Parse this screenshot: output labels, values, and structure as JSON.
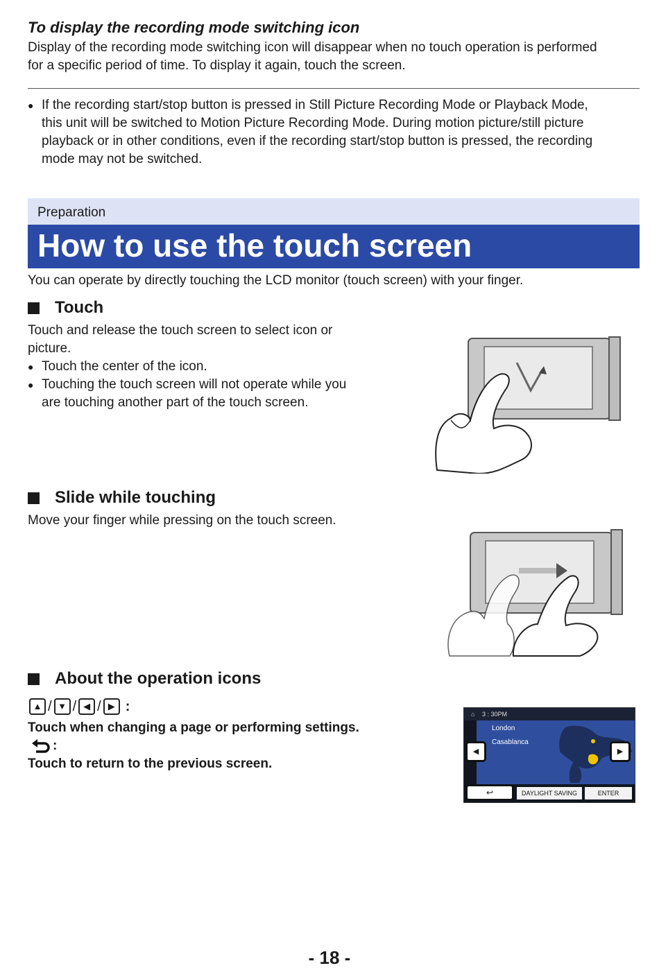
{
  "top": {
    "heading": "To display the recording mode switching icon",
    "line1": "Display of the recording mode switching icon will disappear when no touch operation is performed",
    "line2": "for a specific period of time. To display it again, touch the screen."
  },
  "note": {
    "line1": "If the recording start/stop button is pressed in Still Picture Recording Mode or Playback Mode,",
    "line2": "this unit will be switched to Motion Picture Recording Mode. During motion picture/still picture",
    "line3": "playback or in other conditions, even if the recording start/stop button is pressed, the recording",
    "line4": "mode may not be switched."
  },
  "banner": {
    "category": "Preparation",
    "title": "How to use the touch screen"
  },
  "intro": "You can operate by directly touching the LCD monitor (touch screen) with your finger.",
  "touch": {
    "heading": "Touch",
    "line1": "Touch and release the touch screen to select icon or",
    "line2": "picture.",
    "bullet1": "Touch the center of the icon.",
    "bullet2_line1": "Touching the touch screen will not operate while you",
    "bullet2_line2": "are touching another part of the touch screen."
  },
  "slide": {
    "heading": "Slide while touching",
    "line1": "Move your finger while pressing on the touch screen."
  },
  "icons": {
    "heading": "About the operation icons",
    "arrows_desc": "Touch when changing a page or performing settings.",
    "back_desc": "Touch to return to the previous screen.",
    "colon": ":",
    "slash": "/"
  },
  "screen": {
    "time": "3 : 30PM",
    "city1": "London",
    "city2": "Casablanca",
    "daylight": "DAYLIGHT SAVING",
    "enter": "ENTER"
  },
  "page_number": "- 18 -"
}
